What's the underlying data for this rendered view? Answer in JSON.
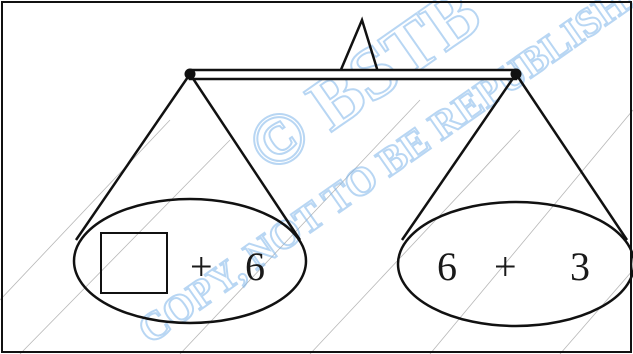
{
  "watermark": {
    "line1": "© BSTB",
    "line2": "COPY, NOT TO BE REPUBLISHED",
    "color": "#7fb6ea"
  },
  "left_pan": {
    "operator": "+",
    "number": "6"
  },
  "right_pan": {
    "number_a": "6",
    "operator": "+",
    "number_b": "3"
  },
  "colors": {
    "ink": "#1a1a1a",
    "frame": "#111111",
    "hatch": "#9a9a9a"
  }
}
